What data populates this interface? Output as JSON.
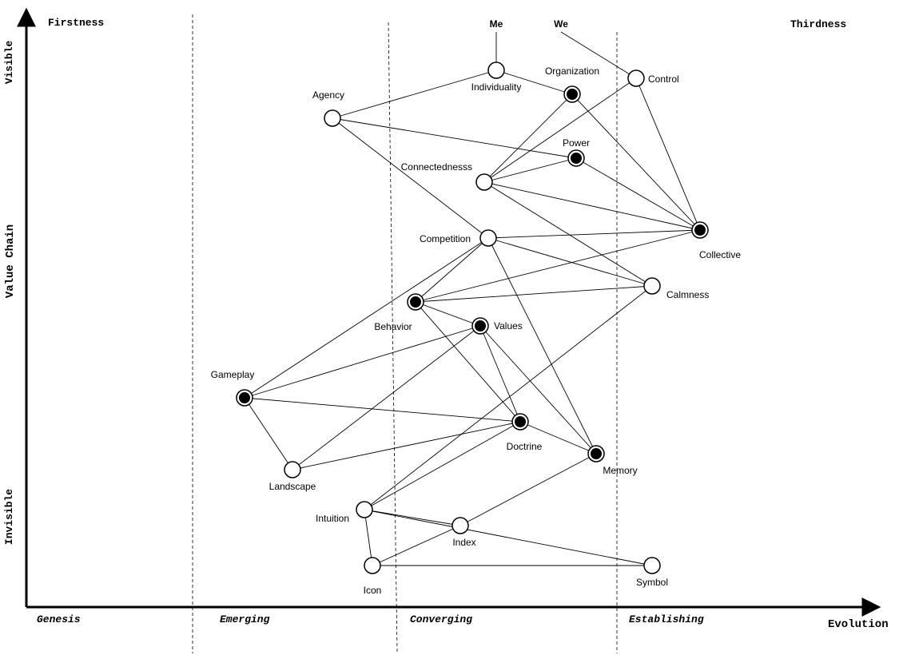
{
  "map": {
    "corners": {
      "top_left": "Firstness",
      "top_right": "Thirdness"
    },
    "y_axis": {
      "title": "Value Chain",
      "top": "Visible",
      "bottom": "Invisible"
    },
    "x_axis": {
      "title": "Evolution"
    },
    "stages": [
      {
        "id": "genesis",
        "label": "Genesis"
      },
      {
        "id": "emerging",
        "label": "Emerging"
      },
      {
        "id": "converging",
        "label": "Converging"
      },
      {
        "id": "establishing",
        "label": "Establishing"
      }
    ],
    "anchors": [
      {
        "id": "me",
        "label": "Me"
      },
      {
        "id": "we",
        "label": "We"
      }
    ],
    "components": [
      {
        "id": "individuality",
        "label": "Individuality",
        "style": "open"
      },
      {
        "id": "organization",
        "label": "Organization",
        "style": "filled"
      },
      {
        "id": "control",
        "label": "Control",
        "style": "open"
      },
      {
        "id": "agency",
        "label": "Agency",
        "style": "open"
      },
      {
        "id": "power",
        "label": "Power",
        "style": "filled"
      },
      {
        "id": "connectedness",
        "label": "Connectednesss",
        "style": "open"
      },
      {
        "id": "competition",
        "label": "Competition",
        "style": "open"
      },
      {
        "id": "collective",
        "label": "Collective",
        "style": "filled"
      },
      {
        "id": "calmness",
        "label": "Calmness",
        "style": "open"
      },
      {
        "id": "behavior",
        "label": "Behavior",
        "style": "filled"
      },
      {
        "id": "values",
        "label": "Values",
        "style": "filled"
      },
      {
        "id": "gameplay",
        "label": "Gameplay",
        "style": "filled"
      },
      {
        "id": "doctrine",
        "label": "Doctrine",
        "style": "filled"
      },
      {
        "id": "memory",
        "label": "Memory",
        "style": "filled"
      },
      {
        "id": "landscape",
        "label": "Landscape",
        "style": "open"
      },
      {
        "id": "intuition",
        "label": "Intuition",
        "style": "open"
      },
      {
        "id": "index",
        "label": "Index",
        "style": "open"
      },
      {
        "id": "icon",
        "label": "Icon",
        "style": "open"
      },
      {
        "id": "symbol",
        "label": "Symbol",
        "style": "open"
      }
    ],
    "links": [
      [
        "me",
        "individuality"
      ],
      [
        "we",
        "control"
      ],
      [
        "agency",
        "individuality"
      ],
      [
        "individuality",
        "organization"
      ],
      [
        "agency",
        "power"
      ],
      [
        "agency",
        "competition"
      ],
      [
        "organization",
        "connectedness"
      ],
      [
        "organization",
        "collective"
      ],
      [
        "control",
        "connectedness"
      ],
      [
        "control",
        "collective"
      ],
      [
        "connectedness",
        "power"
      ],
      [
        "connectedness",
        "collective"
      ],
      [
        "connectedness",
        "calmness"
      ],
      [
        "power",
        "collective"
      ],
      [
        "competition",
        "collective"
      ],
      [
        "competition",
        "calmness"
      ],
      [
        "competition",
        "behavior"
      ],
      [
        "competition",
        "gameplay"
      ],
      [
        "competition",
        "memory"
      ],
      [
        "collective",
        "behavior"
      ],
      [
        "calmness",
        "behavior"
      ],
      [
        "calmness",
        "intuition"
      ],
      [
        "behavior",
        "values"
      ],
      [
        "behavior",
        "doctrine"
      ],
      [
        "values",
        "gameplay"
      ],
      [
        "values",
        "landscape"
      ],
      [
        "values",
        "doctrine"
      ],
      [
        "values",
        "memory"
      ],
      [
        "gameplay",
        "doctrine"
      ],
      [
        "gameplay",
        "landscape"
      ],
      [
        "landscape",
        "doctrine"
      ],
      [
        "doctrine",
        "memory"
      ],
      [
        "doctrine",
        "intuition"
      ],
      [
        "memory",
        "index"
      ],
      [
        "intuition",
        "index"
      ],
      [
        "intuition",
        "icon"
      ],
      [
        "intuition",
        "symbol"
      ],
      [
        "index",
        "icon"
      ],
      [
        "icon",
        "symbol"
      ]
    ]
  }
}
